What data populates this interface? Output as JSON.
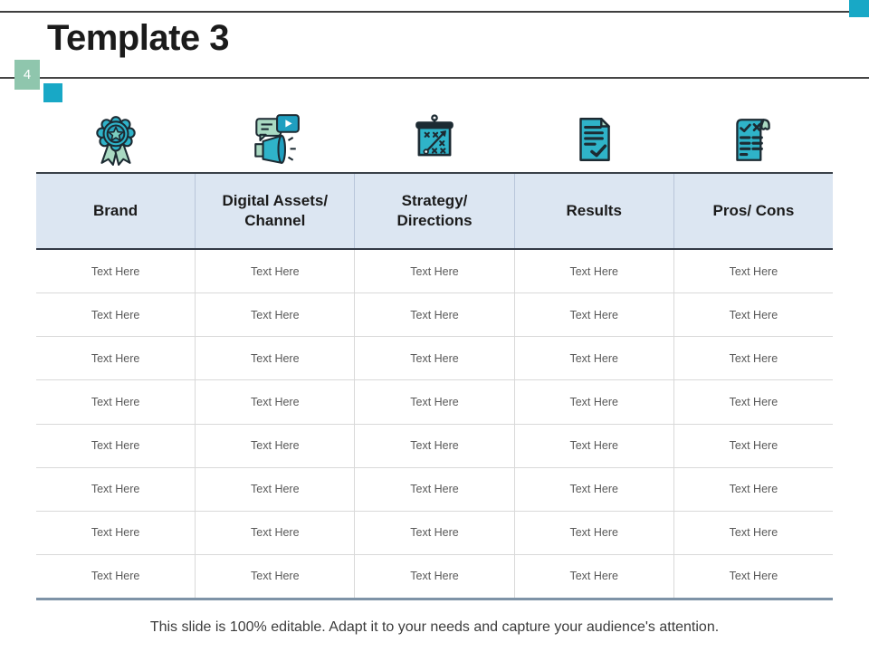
{
  "slide": {
    "title": "Template 3",
    "page_number": "4",
    "footer": "This slide is 100% editable. Adapt it to your needs and capture your audience's attention."
  },
  "colors": {
    "accent_teal": "#18a8c6",
    "badge_green": "#8fc6ad",
    "header_bg": "#dce6f2",
    "table_bottom_border": "#7e93a7",
    "body_text": "#595959",
    "icon_teal": "#2fb3c9",
    "icon_light_green": "#a9d9c2",
    "icon_outline": "#1d2b33"
  },
  "icons": [
    {
      "name": "award-badge-icon"
    },
    {
      "name": "digital-assets-megaphone-icon"
    },
    {
      "name": "strategy-board-icon"
    },
    {
      "name": "results-document-icon"
    },
    {
      "name": "pros-cons-sheet-icon"
    }
  ],
  "table": {
    "columns": [
      "Brand",
      "Digital Assets/ Channel",
      "Strategy/ Directions",
      "Results",
      "Pros/ Cons"
    ],
    "rows": [
      [
        "Text Here",
        "Text Here",
        "Text Here",
        "Text Here",
        "Text Here"
      ],
      [
        "Text Here",
        "Text Here",
        "Text Here",
        "Text Here",
        "Text Here"
      ],
      [
        "Text Here",
        "Text Here",
        "Text Here",
        "Text Here",
        "Text Here"
      ],
      [
        "Text Here",
        "Text Here",
        "Text Here",
        "Text Here",
        "Text Here"
      ],
      [
        "Text Here",
        "Text Here",
        "Text Here",
        "Text Here",
        "Text Here"
      ],
      [
        "Text Here",
        "Text Here",
        "Text Here",
        "Text Here",
        "Text Here"
      ],
      [
        "Text Here",
        "Text Here",
        "Text Here",
        "Text Here",
        "Text Here"
      ],
      [
        "Text Here",
        "Text Here",
        "Text Here",
        "Text Here",
        "Text Here"
      ]
    ]
  }
}
